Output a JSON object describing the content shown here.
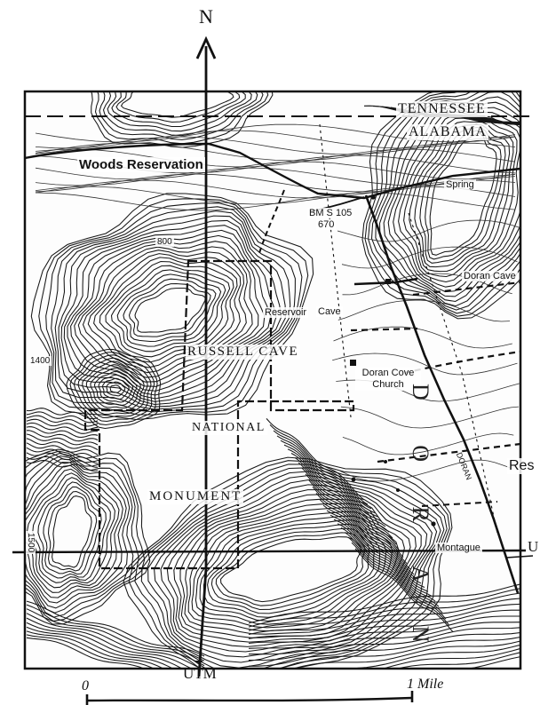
{
  "map": {
    "north_label": "N",
    "state_labels": {
      "north": "TENNESSEE",
      "south": "ALABAMA"
    },
    "places": {
      "woods_reservation": "Woods Reservation",
      "russell_cave": "RUSSELL CAVE",
      "national": "NATIONAL",
      "monument": "MONUMENT",
      "doran_cove_church": "Doran Cove Church",
      "montague": "Montague",
      "spring": "Spring",
      "cave_right": "Doran Cave",
      "reservoir": "Reservoir",
      "cave_small": "Cave",
      "res_right": "Res",
      "doran_vertical": "D O R A N",
      "doran_road": "DORAN",
      "bench_mark": "BM S 105",
      "bench_elev": "670"
    },
    "contours": {
      "c1400": "1400",
      "c800": "800",
      "c1500": "1500"
    },
    "utm_side_label": "U",
    "utm_bottom_label": "UTM",
    "scale": {
      "zero": "0",
      "one_mile": "1 Mile"
    }
  }
}
